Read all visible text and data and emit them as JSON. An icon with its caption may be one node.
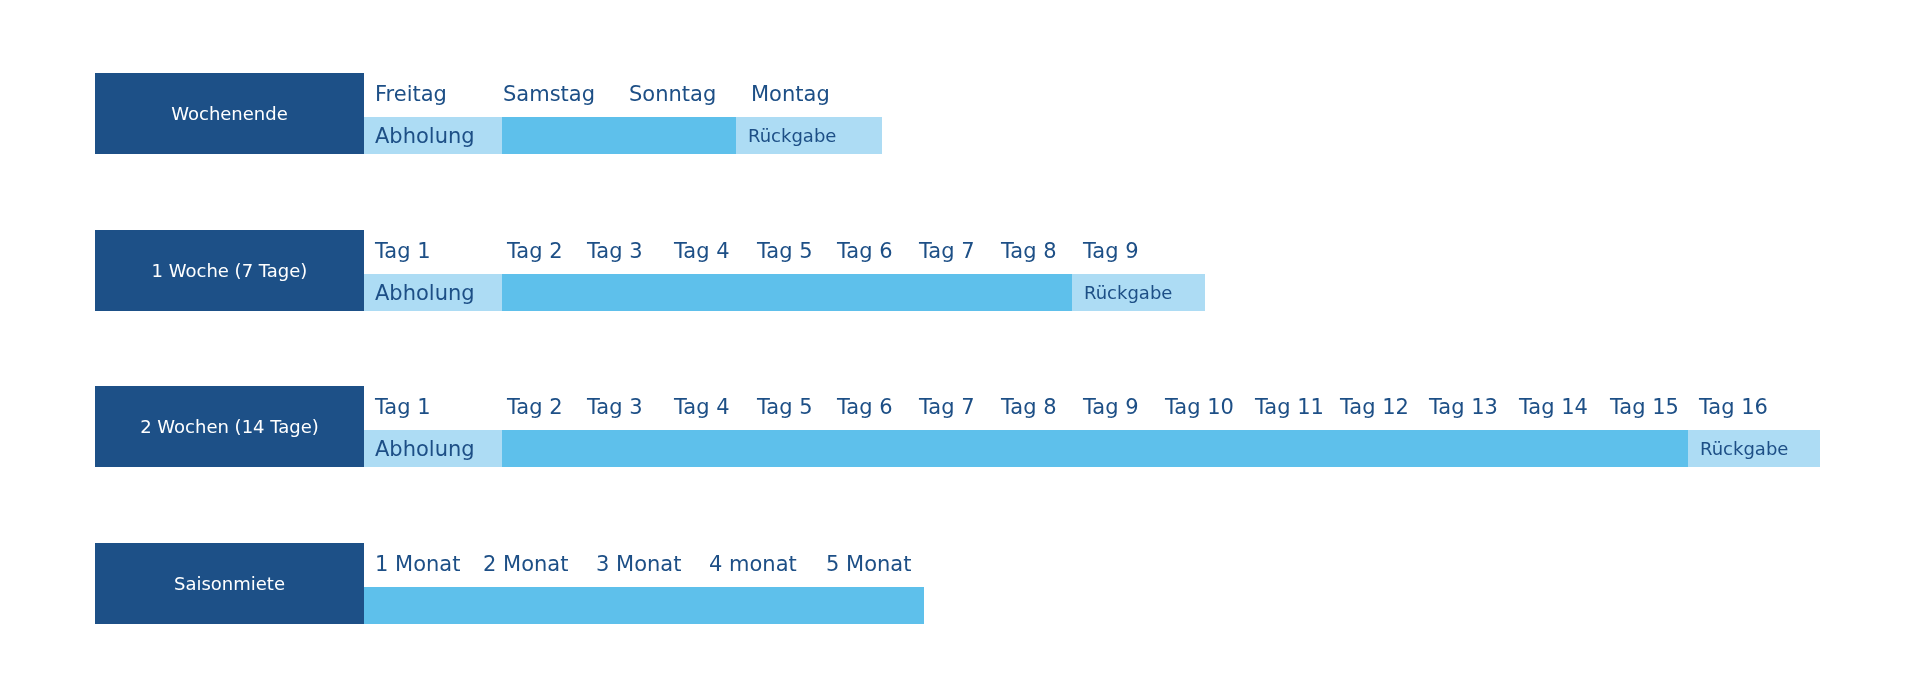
{
  "diagram": {
    "nodes": [
      {
        "text": [
          "Wochenende"
        ]
      },
      {
        "text": [
          "Abholung"
        ]
      },
      {
        "text": [],
        "shape": "bar"
      },
      {
        "text": [
          "Rückgabe"
        ]
      },
      {
        "text": [
          "1 Woche (7 Tage)"
        ]
      },
      {
        "text": [
          "Abholung"
        ]
      },
      {
        "text": [],
        "shape": "bar"
      },
      {
        "text": [
          "Rückgabe"
        ]
      },
      {
        "text": [
          "2 Wochen (14 Tage)"
        ]
      },
      {
        "text": [
          "Abholung"
        ]
      },
      {
        "text": [],
        "shape": "bar"
      },
      {
        "text": [
          "Rückgabe"
        ]
      },
      {
        "text": [
          "Saisonmiete"
        ]
      },
      {
        "text": [],
        "shape": "bar"
      }
    ],
    "labels": [
      "Freitag",
      "Samstag",
      "Sonntag",
      "Montag",
      "Tag 1",
      "Tag 2",
      "Tag 3",
      "Tag 4",
      "Tag 5",
      "Tag 6",
      "Tag 7",
      "Tag 8",
      "Tag 9",
      "Tag 1",
      "Tag 2",
      "Tag 3",
      "Tag 4",
      "Tag 5",
      "Tag 6",
      "Tag 7",
      "Tag 8",
      "Tag 9",
      "Tag 10",
      "Tag 11",
      "Tag 12",
      "Tag 13",
      "Tag 14",
      "Tag 15",
      "Tag 16",
      "1 Monat",
      "2 Monat",
      "3 Monat",
      "4 monat",
      "5 Monat"
    ]
  }
}
